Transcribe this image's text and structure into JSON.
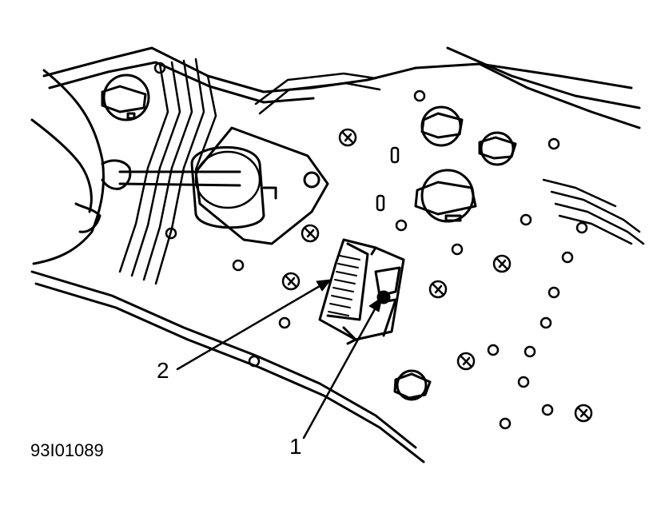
{
  "figure": {
    "callouts": [
      {
        "label": "1"
      },
      {
        "label": "2"
      }
    ],
    "figure_id": "93I01089",
    "colors": {
      "ink": "#000000",
      "paper": "#ffffff"
    }
  }
}
